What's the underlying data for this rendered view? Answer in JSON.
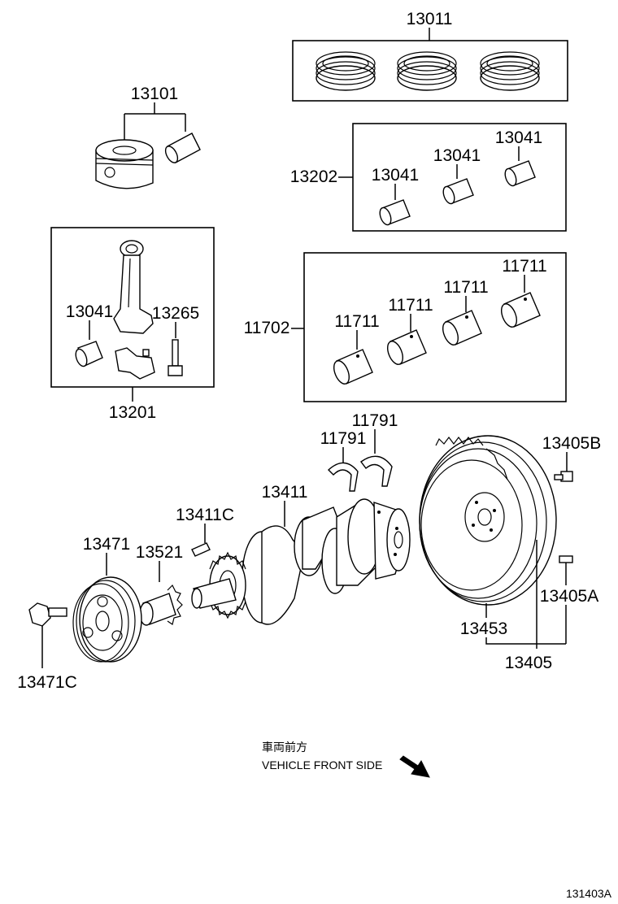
{
  "labels": {
    "p13011": "13011",
    "p13101": "13101",
    "p13202": "13202",
    "p13041_a": "13041",
    "p13041_b": "13041",
    "p13041_c": "13041",
    "p13041_d": "13041",
    "p13265": "13265",
    "p13201": "13201",
    "p11702": "11702",
    "p11711_a": "11711",
    "p11711_b": "11711",
    "p11711_c": "11711",
    "p11711_d": "11711",
    "p11791_a": "11791",
    "p11791_b": "11791",
    "p13405B": "13405B",
    "p13411": "13411",
    "p13411C": "13411C",
    "p13471": "13471",
    "p13521": "13521",
    "p13405A": "13405A",
    "p13453": "13453",
    "p13405": "13405",
    "p13471C": "13471C"
  },
  "note": {
    "jp": "車両前方",
    "en": "VEHICLE FRONT SIDE"
  },
  "figure_id": "131403A"
}
